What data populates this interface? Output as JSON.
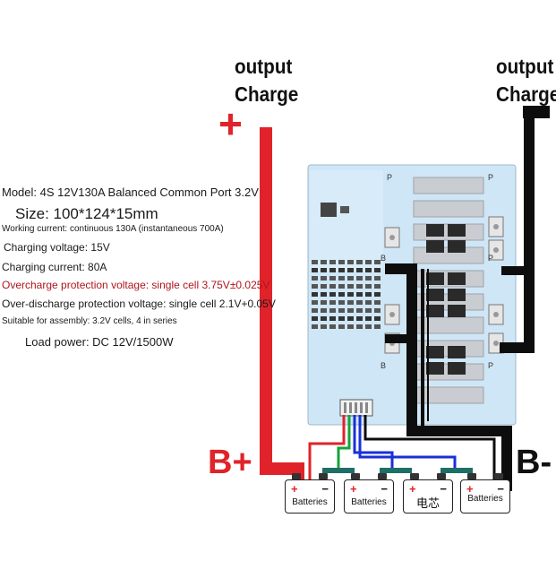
{
  "labels": {
    "output_left": "output",
    "charge_left": "Charge",
    "output_right": "output",
    "charge_right": "Charge",
    "plus_sign": "+",
    "b_plus": "B+",
    "b_minus": "B-"
  },
  "specs": {
    "model": "Model: 4S 12V130A Balanced Common Port 3.2V",
    "size": "Size: 100*124*15mm",
    "working_current": "Working current: continuous 130A (instantaneous 700A)",
    "charging_voltage": "Charging voltage: 15V",
    "charging_current": "Charging current: 80A",
    "overcharge": "Overcharge protection voltage: single cell 3.75V±0.025V",
    "overdischarge": "Over-discharge protection voltage: single cell 2.1V+0.05V",
    "suitable": "Suitable for assembly: 3.2V cells, 4 in series",
    "load_power": "Load power: DC 12V/1500W"
  },
  "board": {
    "pad_p": "P",
    "pad_b": "B"
  },
  "batteries": [
    {
      "label": "Batteries"
    },
    {
      "label": "Batteries"
    },
    {
      "label": "电芯"
    },
    {
      "label": "Batteries"
    }
  ],
  "colors": {
    "positive_wire": "#e0232a",
    "negative_wire": "#0d0d0d",
    "board": "#cfe6f6",
    "heatsink": "#c9ccd0",
    "spec_red": "#b0161b",
    "balance_green": "#14a33a",
    "balance_blue": "#1a2fd6",
    "link_teal": "#1e6f66"
  }
}
